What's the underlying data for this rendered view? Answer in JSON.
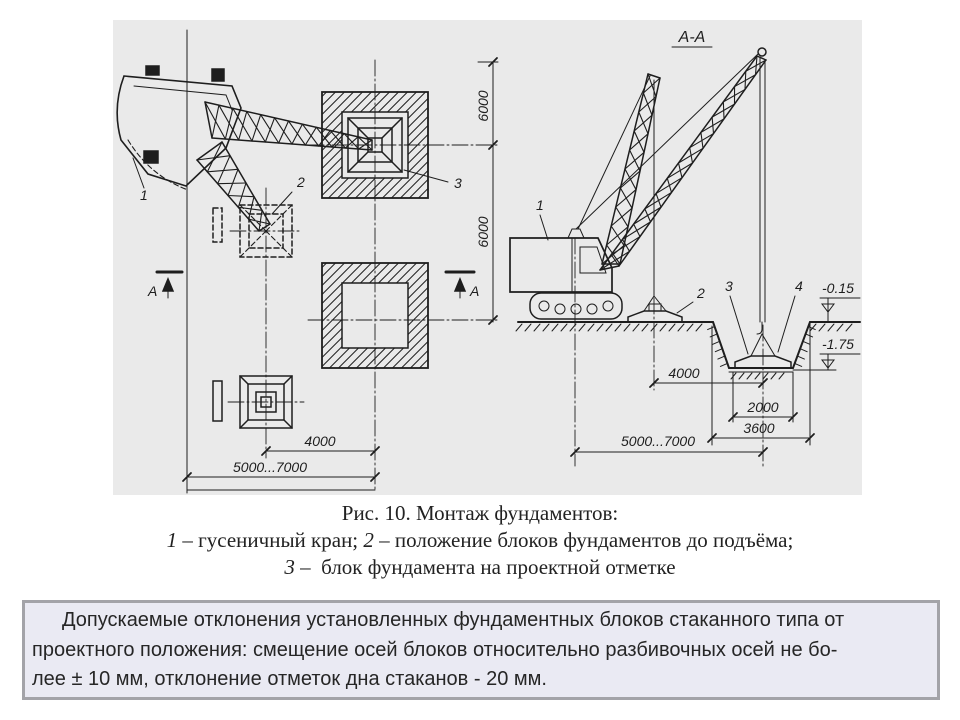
{
  "drawing": {
    "plan": {
      "label_crane": "1",
      "label_block_before": "2",
      "label_block_final": "3",
      "section_mark_left": "А",
      "section_mark_right": "А",
      "dim_top": "6000",
      "dim_middle": "6000",
      "dim_4000": "4000",
      "dim_range": "5000...7000"
    },
    "section": {
      "title": "А-А",
      "label_crane": "1",
      "label_block_before": "2",
      "label_block_final": "3",
      "label_pit": "4",
      "elev_top": "-0.15",
      "elev_bottom": "-1.75",
      "dim_4000": "4000",
      "dim_2000": "2000",
      "dim_3600": "3600",
      "dim_range": "5000...7000"
    },
    "colors": {
      "background": "#eaeaea",
      "ink": "#1e1e1e"
    }
  },
  "caption": {
    "title": "Рис. 10. Монтаж фундаментов:",
    "legend": [
      {
        "number": "1",
        "text": " – гусеничный кран; "
      },
      {
        "number": "2",
        "text": " – положение блоков фундаментов до подъёма;"
      },
      {
        "number": "3",
        "text": " –  блок фундамента на проектной отметке"
      }
    ]
  },
  "note": {
    "lines": [
      "Допускаемые отклонения установленных фундаментных блоков стаканного типа от",
      "проектного положения: смещение осей блоков относительно разбивочных осей не бо-",
      "лее ± 10 мм, отклонение отметок дна стаканов - 20 мм."
    ],
    "colors": {
      "background": "#eaeaf3",
      "border": "#a3a3a8",
      "text": "#262626"
    }
  }
}
